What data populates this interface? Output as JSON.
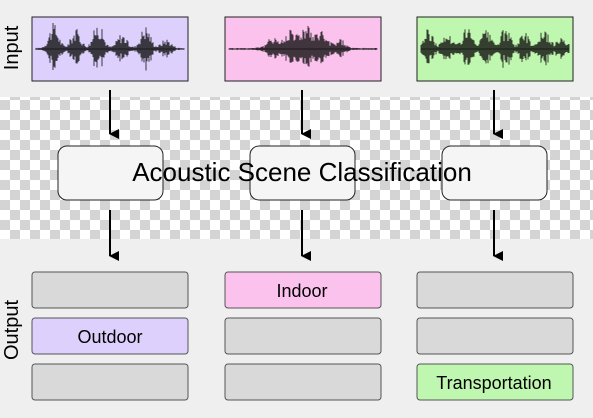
{
  "side_labels": {
    "input": "Input",
    "output": "Output"
  },
  "title": "Acoustic Scene Classification",
  "columns": [
    {
      "color": "#ddd0fc",
      "output_active_index": 1,
      "output_label": "Outdoor",
      "waveform": "waveform-purple"
    },
    {
      "color": "#fcc2ee",
      "output_active_index": 0,
      "output_label": "Indoor",
      "waveform": "waveform-pink"
    },
    {
      "color": "#c0f7b0",
      "output_active_index": 2,
      "output_label": "Transportation",
      "waveform": "waveform-green"
    }
  ],
  "colors": {
    "panel_bg": "#efefef",
    "checker_light": "#ffffff",
    "checker_dark": "#d4d4d4",
    "inactive_box": "#d9d9d9",
    "node_fill": "#f5f5f5",
    "stroke": "#222222"
  }
}
